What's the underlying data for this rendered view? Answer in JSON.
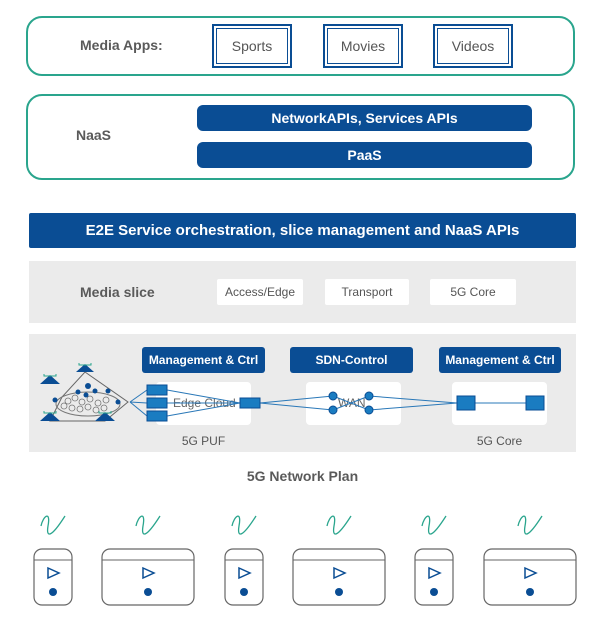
{
  "media_apps": {
    "label": "Media Apps:",
    "apps": [
      "Sports",
      "Movies",
      "Videos"
    ]
  },
  "naas": {
    "label": "NaaS",
    "layers": [
      "NetworkAPIs, Services APIs",
      "PaaS"
    ]
  },
  "orchestration": {
    "label": "E2E Service orchestration, slice management and NaaS APIs"
  },
  "media_slice": {
    "label": "Media slice",
    "segments": [
      "Access/Edge",
      "Transport",
      "5G Core"
    ]
  },
  "network": {
    "controllers": [
      "Management & Ctrl",
      "SDN-Control",
      "Management & Ctrl"
    ],
    "nodes": {
      "edge": "Edge Cloud",
      "wan": "WAN"
    },
    "captions": {
      "puf": "5G PUF",
      "core": "5G Core"
    }
  },
  "plan": {
    "title": "5G Network Plan",
    "devices": [
      {
        "type": "phone",
        "icon": "play-icon"
      },
      {
        "type": "tablet",
        "icon": "play-icon"
      },
      {
        "type": "phone",
        "icon": "play-icon"
      },
      {
        "type": "tablet",
        "icon": "play-icon"
      },
      {
        "type": "phone",
        "icon": "play-icon"
      },
      {
        "type": "tablet",
        "icon": "play-icon"
      }
    ]
  },
  "colors": {
    "brand_blue": "#0a4d94",
    "node_blue": "#1a7cc1",
    "teal": "#2aa58d",
    "panel_gray": "#ebebeb"
  }
}
